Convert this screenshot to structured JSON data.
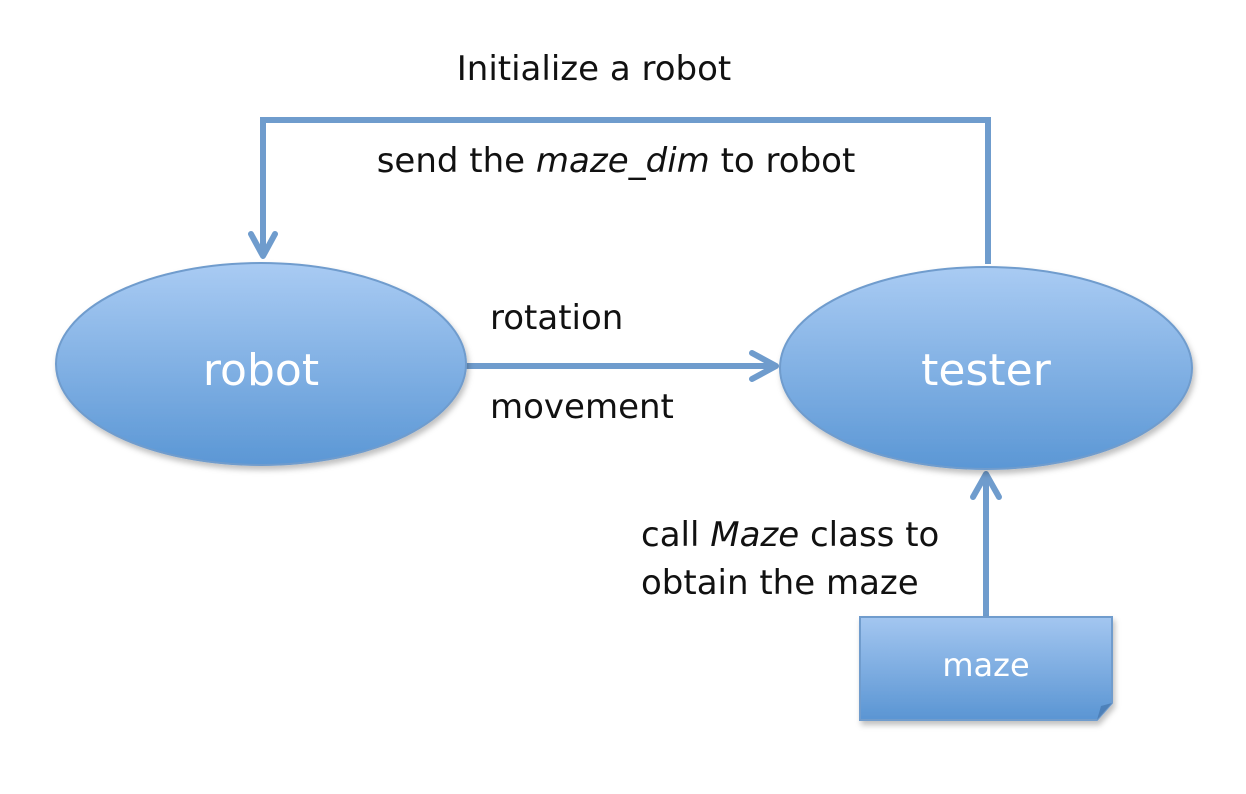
{
  "nodes": {
    "robot": {
      "label": "robot"
    },
    "tester": {
      "label": "tester"
    },
    "maze": {
      "label": "maze"
    }
  },
  "edges": {
    "init": {
      "title": "Initialize a robot",
      "caption_prefix": "send the ",
      "caption_emphasis": "maze_dim",
      "caption_suffix": " to robot"
    },
    "robot_to_tester": {
      "label_top": "rotation",
      "label_bottom": "movement"
    },
    "maze_to_tester": {
      "line1_prefix": "call ",
      "line1_emphasis": "Maze",
      "line1_suffix": " class to",
      "line2": "obtain the maze"
    }
  },
  "colors": {
    "node_fill_top": "#a9cbf3",
    "node_fill_bottom": "#5b97d5",
    "node_stroke": "#6f9ccd",
    "edge": "#6f9ccd",
    "text_dark": "#111111",
    "text_light": "#ffffff"
  }
}
